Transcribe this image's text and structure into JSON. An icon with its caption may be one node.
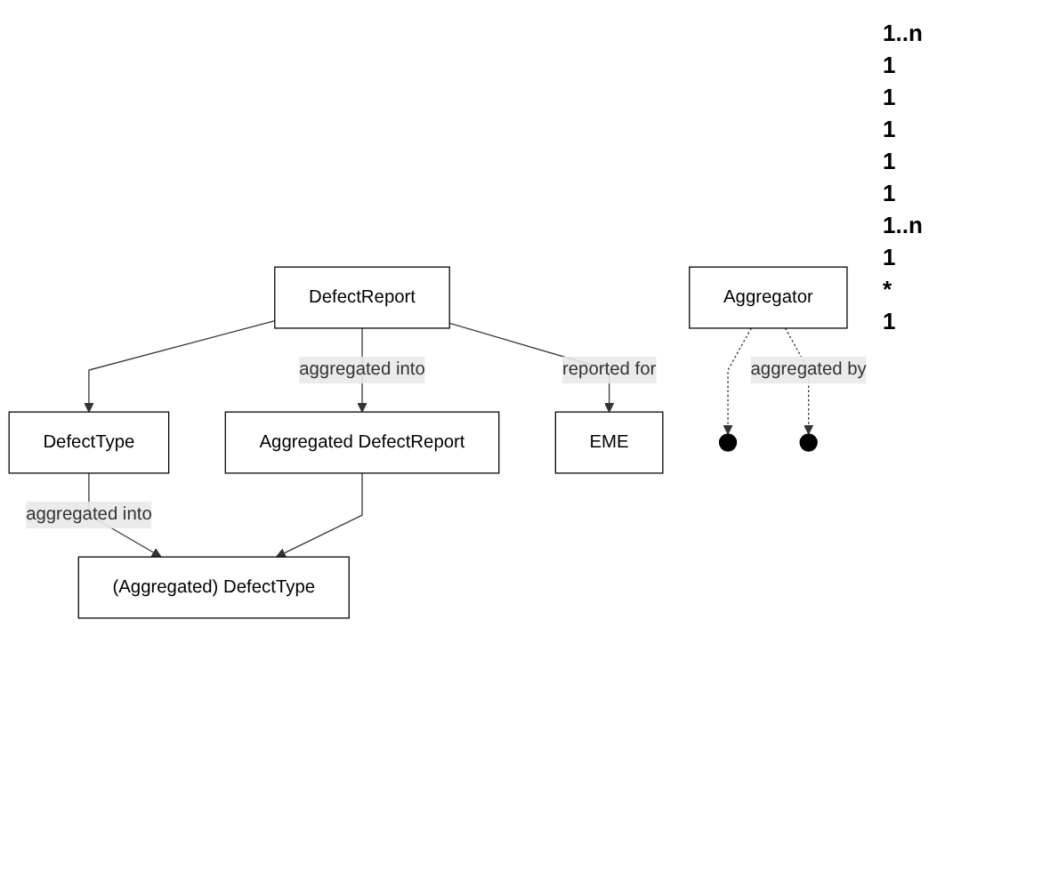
{
  "diagram": {
    "nodes": [
      {
        "text": [
          "DefectType"
        ]
      },
      {
        "text": [
          "(Aggregated) DefectType"
        ]
      },
      {
        "text": [
          "DefectReport"
        ]
      },
      {
        "text": [
          "Aggregated DefectReport"
        ]
      },
      {
        "text": [
          "EME"
        ]
      },
      {
        "text": [
          "Aggregator"
        ]
      }
    ],
    "edges": [
      {
        "from": 0,
        "to": 1,
        "arrow": "to",
        "label": "aggregated into"
      },
      {
        "from": 2,
        "to": 0,
        "arrow": "to"
      },
      {
        "from": 3,
        "to": 1,
        "arrow": "to"
      },
      {
        "from": 2,
        "to": 3,
        "arrow": "to",
        "label": "aggregated into"
      },
      {
        "from": 2,
        "to": 4,
        "arrow": "to",
        "label": "reported for"
      },
      {
        "from": 5,
        "to": null,
        "arrow": "to",
        "style": "dashed"
      },
      {
        "from": 5,
        "to": null,
        "arrow": "to",
        "style": "dashed",
        "label": "aggregated by"
      }
    ],
    "labels": [
      "1..n",
      "1",
      "1",
      "1",
      "1",
      "1",
      "1..n",
      "1",
      "*",
      "1"
    ]
  }
}
